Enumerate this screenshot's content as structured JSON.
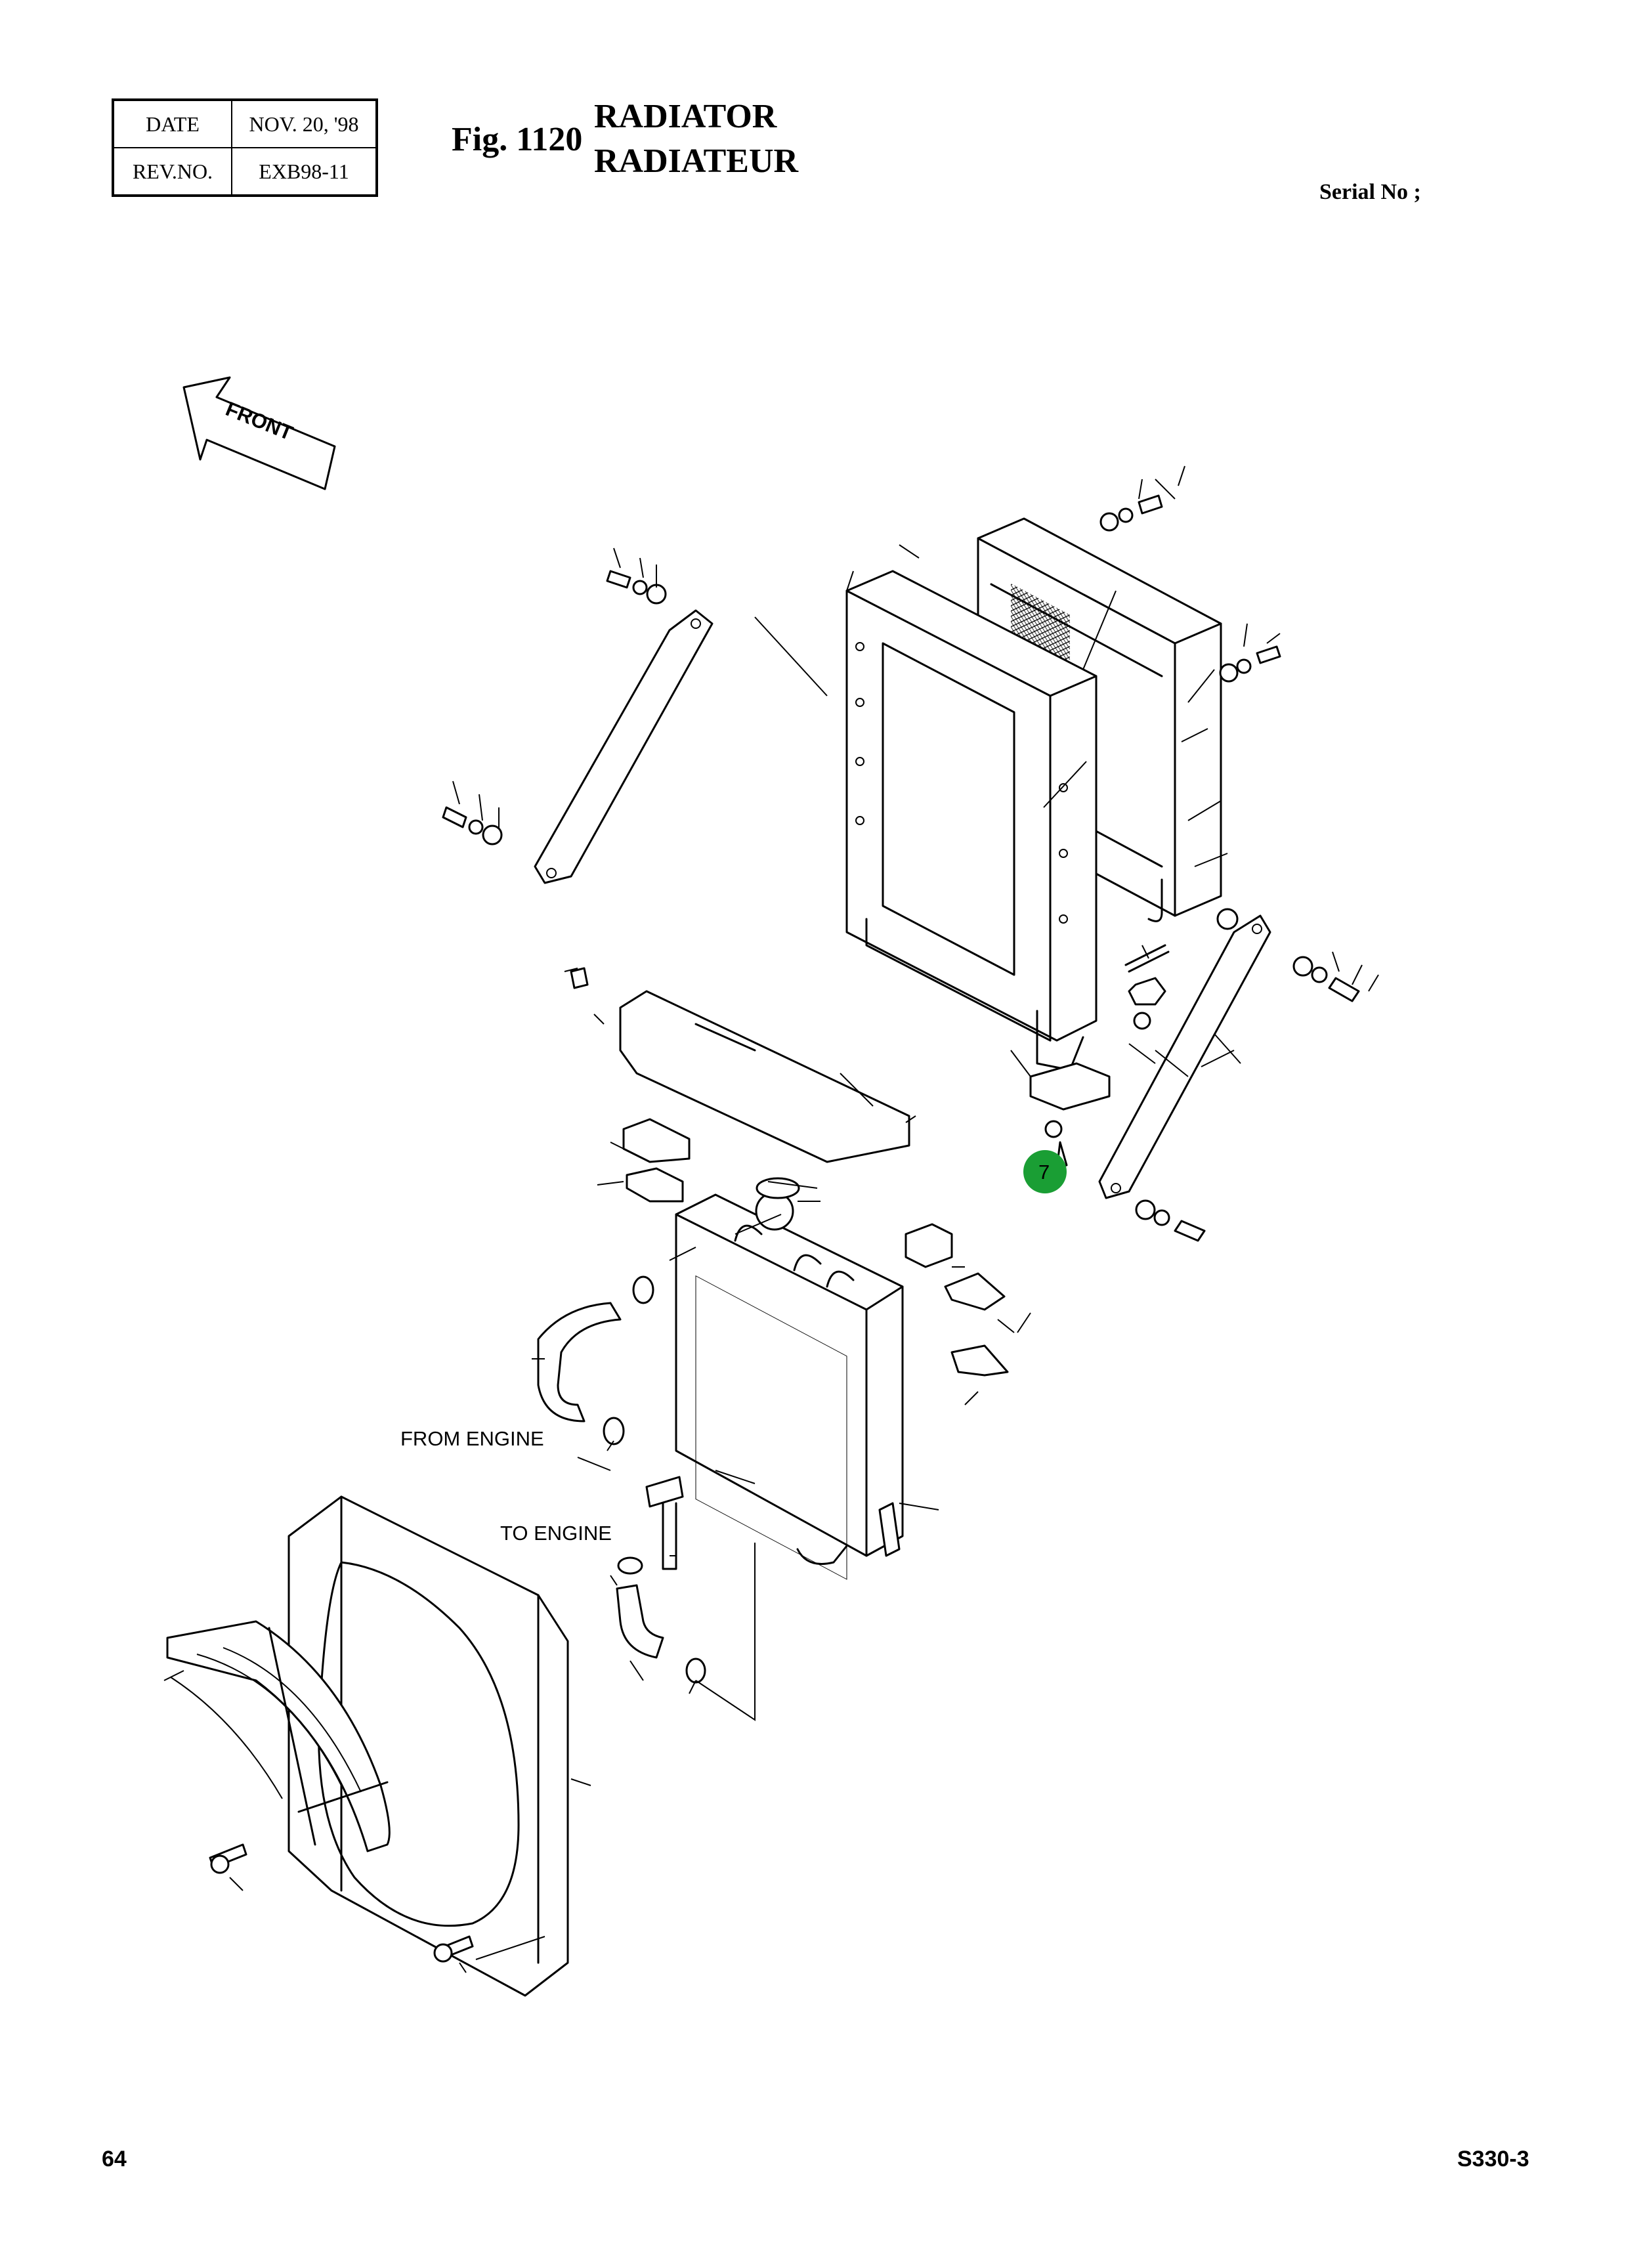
{
  "header": {
    "date_label": "DATE",
    "date_value": "NOV. 20, '98",
    "rev_label": "REV.NO.",
    "rev_value": "EXB98-11",
    "fig_label": "Fig. 1120",
    "title_en": "RADIATOR",
    "title_fr": "RADIATEUR",
    "serial_label": "Serial No ;"
  },
  "diagram": {
    "front_label": "FRONT",
    "from_engine_label": "FROM ENGINE",
    "to_engine_label": "TO ENGINE",
    "callout": {
      "number": "7",
      "color": "#1a9e34"
    }
  },
  "footer": {
    "page_number": "64",
    "model": "S330-3"
  }
}
